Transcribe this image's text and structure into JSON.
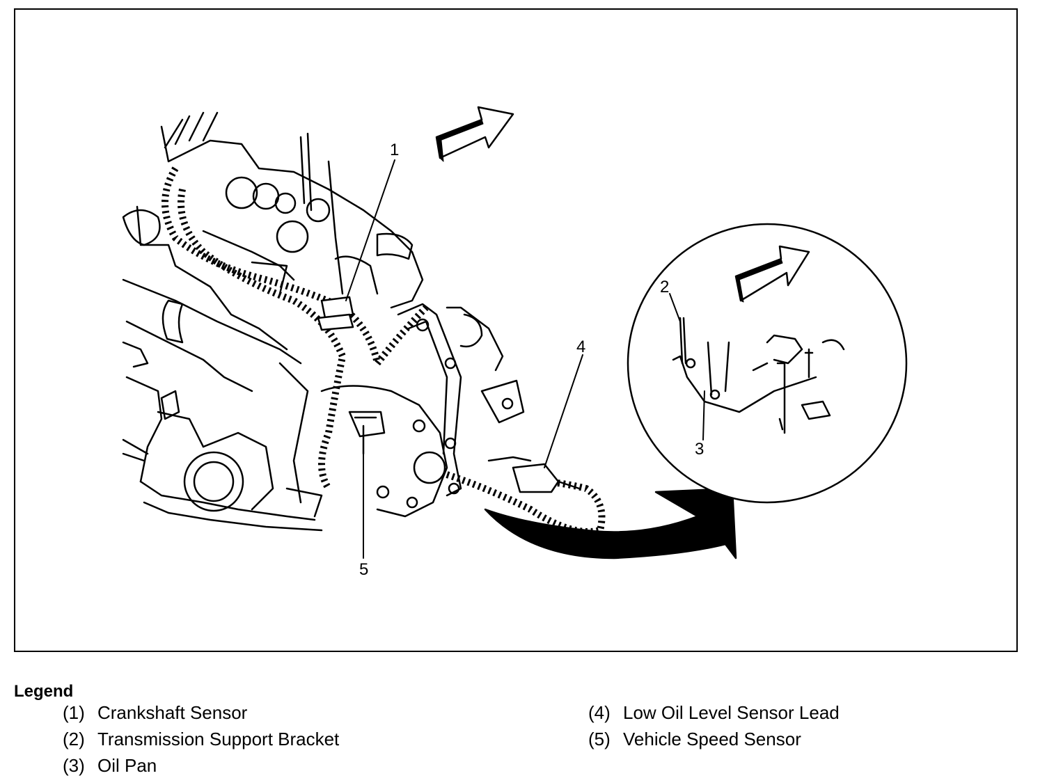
{
  "callouts": {
    "c1": "1",
    "c2": "2",
    "c3": "3",
    "c4": "4",
    "c5": "5"
  },
  "legend": {
    "title": "Legend",
    "items": [
      {
        "num": "(1)",
        "label": "Crankshaft Sensor"
      },
      {
        "num": "(2)",
        "label": "Transmission Support Bracket"
      },
      {
        "num": "(3)",
        "label": "Oil Pan"
      },
      {
        "num": "(4)",
        "label": "Low Oil Level Sensor Lead"
      },
      {
        "num": "(5)",
        "label": "Vehicle Speed Sensor"
      }
    ]
  }
}
